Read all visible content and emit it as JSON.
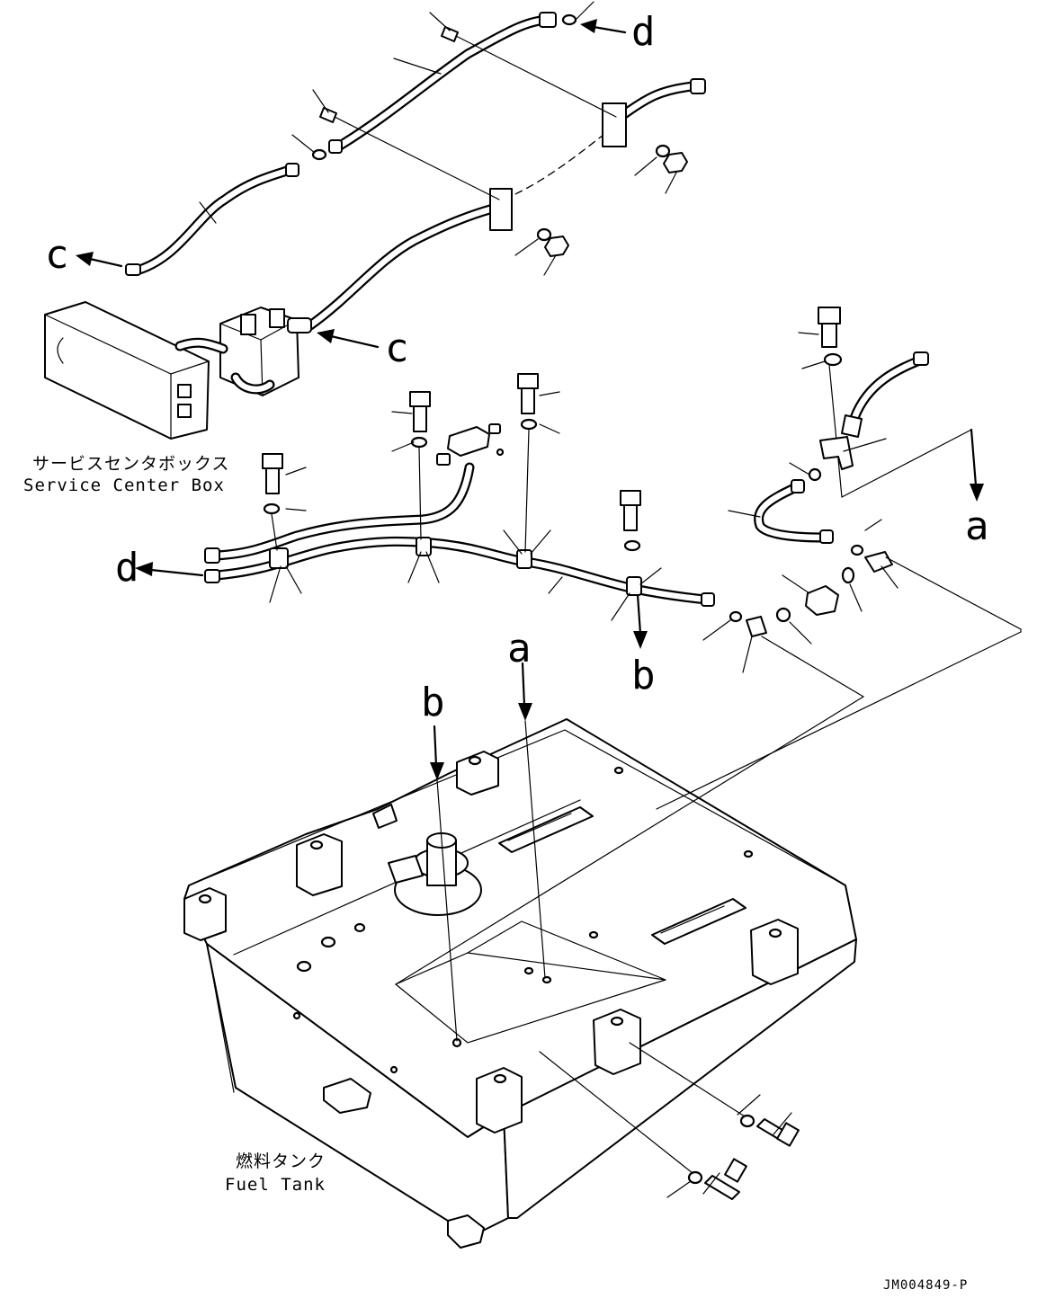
{
  "labels": {
    "service_center_box_jp": "サービスセンタボックス",
    "service_center_box_en": "Service Center Box",
    "fuel_tank_jp": "燃料タンク",
    "fuel_tank_en": "Fuel Tank",
    "doc_id": "JM004849-P"
  },
  "callouts": {
    "a": "a",
    "b": "b",
    "c": "c",
    "d": "d"
  }
}
